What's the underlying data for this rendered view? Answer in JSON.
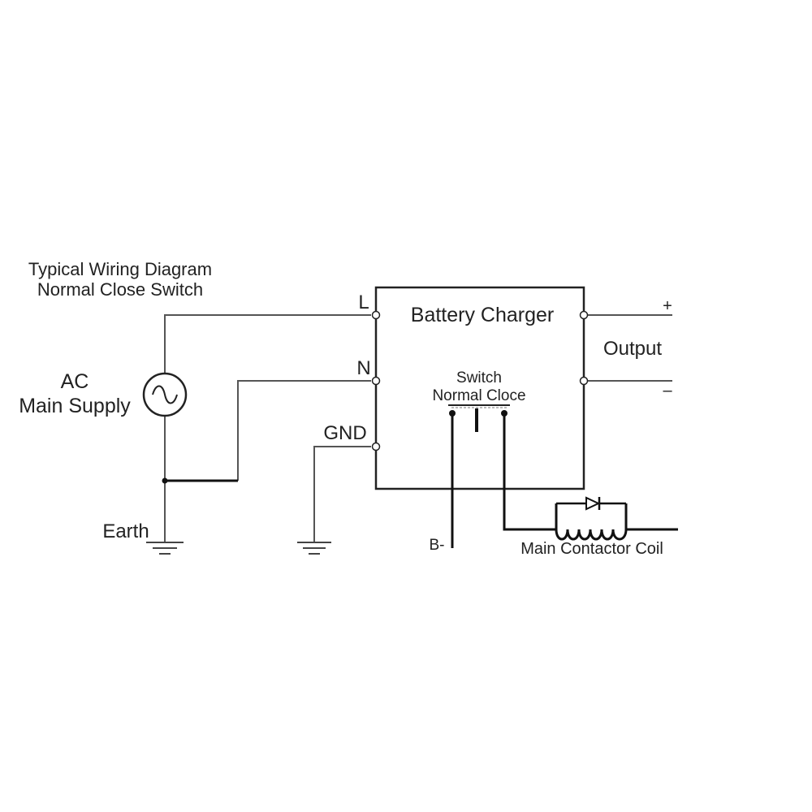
{
  "title_lines": [
    "Typical Wiring Diagram",
    "Normal Close Switch"
  ],
  "source": {
    "lines": [
      "AC",
      "Main Supply"
    ]
  },
  "earth_label": "Earth",
  "charger": {
    "label": "Battery Charger"
  },
  "terminals": {
    "l": "L",
    "n": "N",
    "gnd": "GND"
  },
  "output": {
    "label": "Output",
    "plus": "+",
    "minus": "–"
  },
  "switch": {
    "lines": [
      "Switch",
      "Normal Cloce"
    ]
  },
  "b_minus": "B-",
  "coil_label": "Main Contactor Coil"
}
